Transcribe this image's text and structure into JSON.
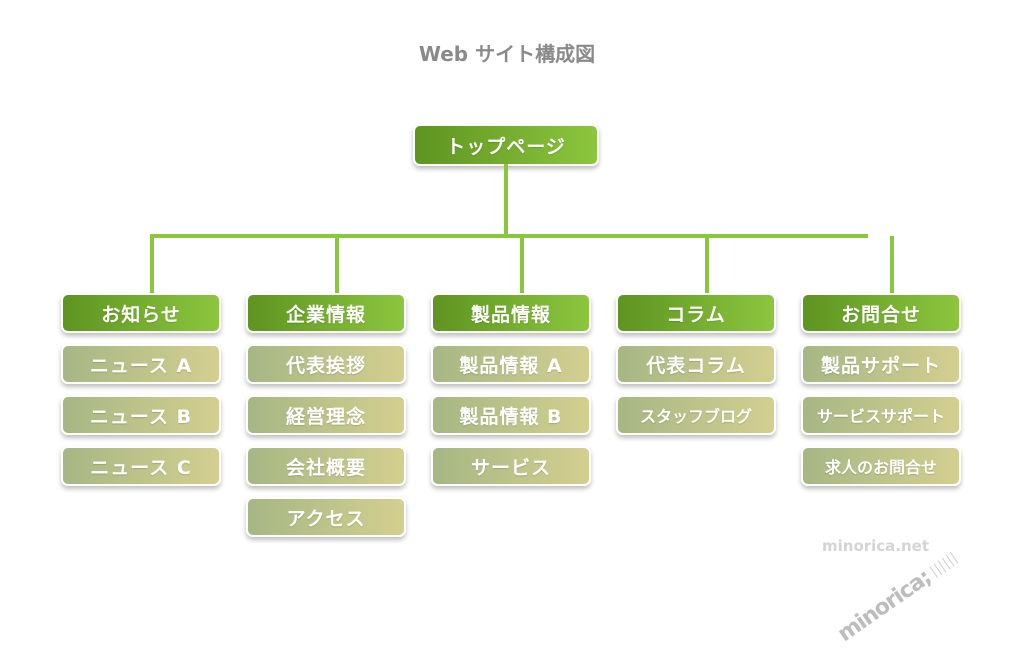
{
  "title": "Web サイト構成図",
  "top_page": "トップページ",
  "columns": [
    {
      "header": "お知らせ",
      "children": [
        "ニュース A",
        "ニュース B",
        "ニュース C"
      ]
    },
    {
      "header": "企業情報",
      "children": [
        "代表挨拶",
        "経営理念",
        "会社概要",
        "アクセス"
      ]
    },
    {
      "header": "製品情報",
      "children": [
        "製品情報 A",
        "製品情報 B",
        "サービス"
      ]
    },
    {
      "header": "コラム",
      "children": [
        "代表コラム",
        "スタッフブログ"
      ]
    },
    {
      "header": "お問合せ",
      "children": [
        "製品サポート",
        "サービスサポート",
        "求人のお問合せ"
      ]
    }
  ],
  "watermark": {
    "site": "minorica.net",
    "logo": "minorica;"
  },
  "colors": {
    "line": "#8cc63e",
    "header_dark": "#5e9420",
    "header_light": "#8cc63e"
  }
}
